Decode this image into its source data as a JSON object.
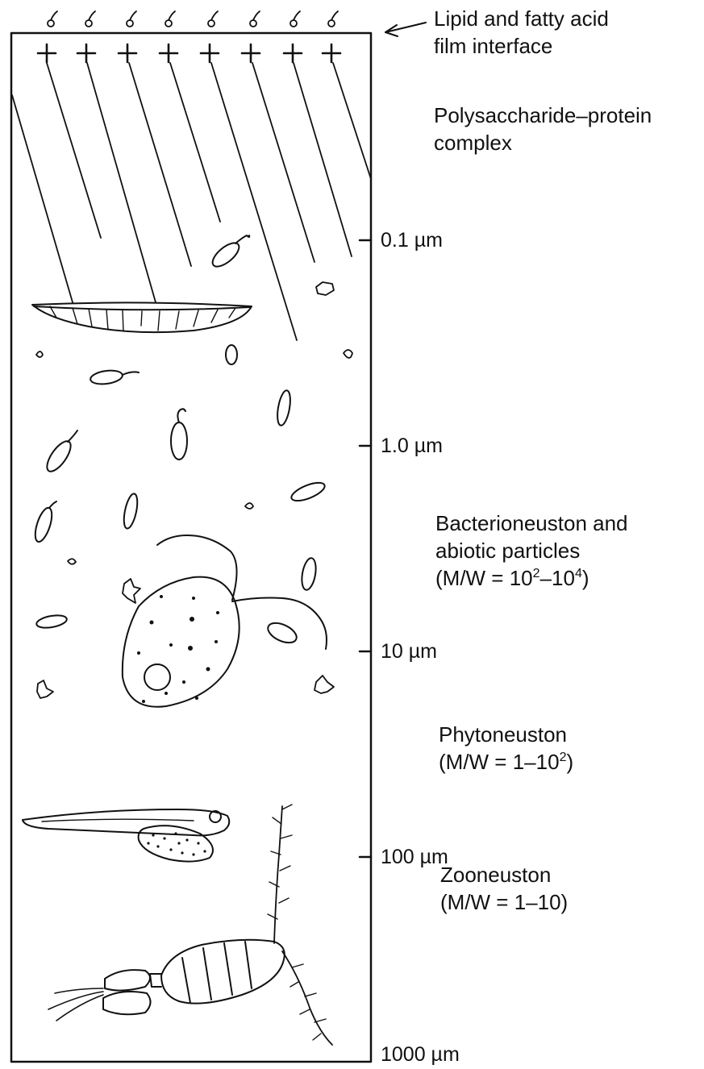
{
  "labels": {
    "film_line1": "Lipid and fatty acid",
    "film_line2": "film interface",
    "poly_line1": "Polysaccharide–protein",
    "poly_line2": "complex",
    "bact_line1": "Bacterioneuston and",
    "bact_line2": "abiotic particles",
    "bact_line3_prefix": "(M/W = 10",
    "bact_line3_exp1": "2",
    "bact_line3_mid": "–10",
    "bact_line3_exp2": "4",
    "bact_line3_suffix": ")",
    "phyto_line1": "Phytoneuston",
    "phyto_line2_prefix": "(M/W = 1–10",
    "phyto_line2_exp": "2",
    "phyto_line2_suffix": ")",
    "zoo_line1": "Zooneuston",
    "zoo_line2": "(M/W = 1–10)"
  },
  "scale": {
    "ticks": [
      "0.1 µm",
      "1.0 µm",
      "10 µm",
      "100 µm",
      "1000 µm"
    ]
  },
  "colors": {
    "ink": "#111111",
    "background": "#ffffff"
  }
}
